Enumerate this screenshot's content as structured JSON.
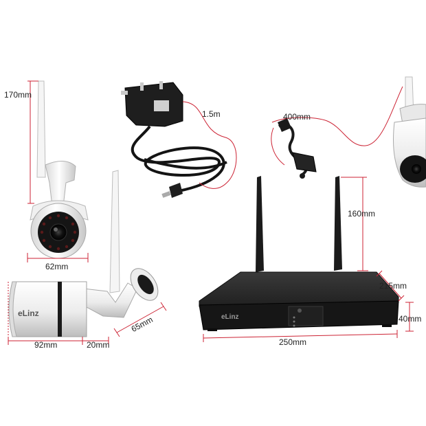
{
  "brand": {
    "camera_logo": "eLinz",
    "nvr_logo": "eLinz"
  },
  "dimensions": {
    "camera_antenna_height": "170mm",
    "camera_front_width": "62mm",
    "camera_body_length": "92mm",
    "camera_mount_length": "20mm",
    "camera_mount_depth": "65mm",
    "adapter_cable_length": "1.5m",
    "extension_cable_length": "400mm",
    "nvr_antenna_height": "160mm",
    "nvr_depth": "215mm",
    "nvr_height": "40mm",
    "nvr_width": "250mm"
  },
  "colors": {
    "dimension_line": "#cc2233",
    "device_black": "#1c1c1c",
    "camera_white": "#f2f2f2",
    "background": "#ffffff"
  }
}
